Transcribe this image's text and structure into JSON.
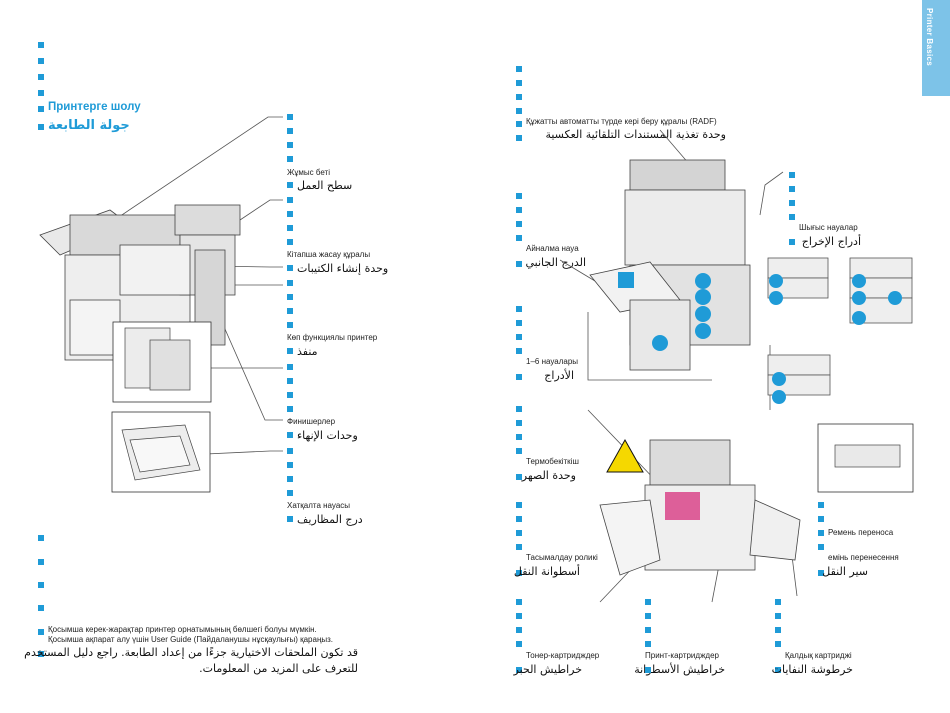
{
  "side_tab": {
    "label": "Printer Basics"
  },
  "left": {
    "title_kz": "Принтерге шолу",
    "title_ar": "جولة الطابعة",
    "callouts": [
      {
        "kz": "Жұмыс беті",
        "ar": "سطح العمل"
      },
      {
        "kz": "Кітапша жасау құралы",
        "ar": "وحدة إنشاء الكتيبات"
      },
      {
        "kz": "Көп функциялы принтер",
        "ar": "منفذ"
      },
      {
        "kz": "Финишерлер",
        "ar": "وحدات الإنهاء"
      },
      {
        "kz": "Хатқалта науасы",
        "ar": "درج المظاريف"
      }
    ],
    "note_kz_1": "Қосымша керек-жарақтар принтер орнатымының бөлшегі болуы мүмкін.",
    "note_kz_2": "Қосымша ақпарат алу үшін User Guide (Пайдаланушы нұсқаулығы) қараңыз.",
    "note_ar_1": "قد تكون الملحقات الاختيارية جزءًا من إعداد الطابعة. راجع دليل المستخدم",
    "note_ar_2": "للتعرف على المزيد من المعلومات."
  },
  "right": {
    "radf_kz": "Құжатты автоматты түрде кері беру құралы (RADF)",
    "radf_ar": "وحدة تغذية المستندات التلقائية العكسية",
    "bypass_kz": "Айналма науа",
    "bypass_ar": "الدرج الجانبي",
    "output_kz": "Шығыс науалар",
    "output_ar": "أدراج الإخراج",
    "trays_kz": "1–6 науалары",
    "trays_ar": "الأدراج",
    "fuser_kz": "Термобекіткіш",
    "fuser_ar": "وحدة الصهر",
    "transfer_roller_kz": "Тасымалдау роликі",
    "transfer_roller_ar": "أسطوانة النقل",
    "belt_ru_1": "Ремень переноса",
    "belt_ru_2": "емінь перенесення",
    "belt_ar": "سير النقل",
    "toner_kz": "Тонер-картридждер",
    "toner_ar": "خراطيش الحبر",
    "drum_kz": "Принт-картридждер",
    "drum_ar": "خراطيش الأسطوانة",
    "waste_kz": "Қалдық картриджі",
    "waste_ar": "خرطوشة النفايات"
  },
  "colors": {
    "accent": "#1f9bd7",
    "tab": "#7dc3e8",
    "warning": "#f5d800"
  }
}
